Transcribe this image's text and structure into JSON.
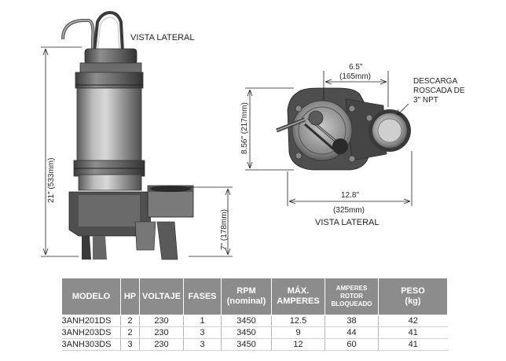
{
  "side_view": {
    "caption": "VISTA LATERAL",
    "height_overall": "21\" (533mm)",
    "height_inlet": "7\" (178mm)"
  },
  "top_view": {
    "caption": "VISTA LATERAL",
    "width_top": "6.5\"",
    "width_top_mm": "(165mm)",
    "depth": "8.56\" (217mm)",
    "width_bottom": "12.8\"",
    "width_bottom_mm": "(325mm)",
    "discharge_label": [
      "DESCARGA",
      "ROSCADA DE",
      "3\" NPT"
    ]
  },
  "table": {
    "headers": {
      "modelo": "MODELO",
      "hp": "HP",
      "voltaje": "VOLTAJE",
      "fases": "FASES",
      "rpm_1": "RPM",
      "rpm_2": "(nominal)",
      "max_1": "MÁX.",
      "max_2": "AMPERES",
      "amp_1": "AMPERES",
      "amp_2": "ROTOR",
      "amp_3": "BLOQUEADO",
      "peso_1": "PESO",
      "peso_2": "(kg)"
    },
    "rows": [
      {
        "modelo": "3ANH201DS",
        "hp": "2",
        "voltaje": "230",
        "fases": "1",
        "rpm": "3450",
        "max_amp": "12.5",
        "locked_rotor": "38",
        "peso": "42"
      },
      {
        "modelo": "3ANH203DS",
        "hp": "2",
        "voltaje": "230",
        "fases": "3",
        "rpm": "3450",
        "max_amp": "9",
        "locked_rotor": "44",
        "peso": "41"
      },
      {
        "modelo": "3ANH303DS",
        "hp": "3",
        "voltaje": "230",
        "fases": "3",
        "rpm": "3450",
        "max_amp": "12",
        "locked_rotor": "60",
        "peso": "41"
      }
    ]
  },
  "colors": {
    "header_bg": "#8c8c8c",
    "pump_body": "#9d9d9d",
    "pump_dark": "#5c5c5c",
    "line": "#231f20"
  }
}
